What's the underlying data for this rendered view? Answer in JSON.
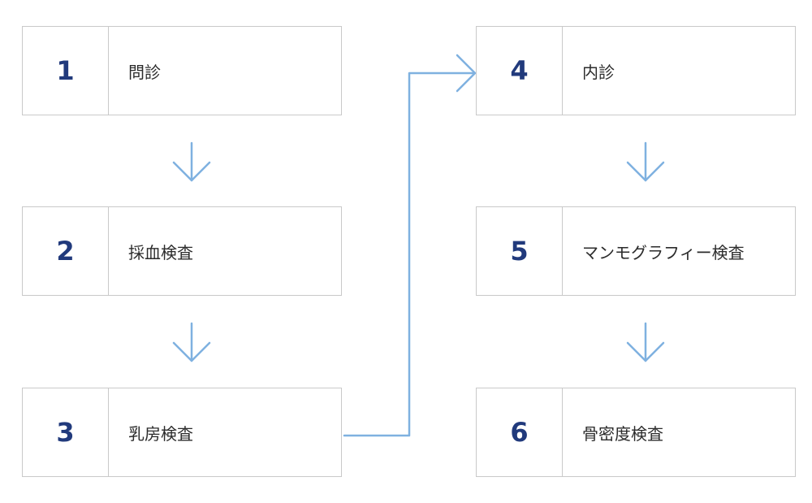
{
  "steps": [
    {
      "number": "1",
      "label": "問診"
    },
    {
      "number": "2",
      "label": "採血検査"
    },
    {
      "number": "3",
      "label": "乳房検査"
    },
    {
      "number": "4",
      "label": "内診"
    },
    {
      "number": "5",
      "label": "マンモグラフィー検査"
    },
    {
      "number": "6",
      "label": "骨密度検査"
    }
  ],
  "colors": {
    "number": "#213a7c",
    "arrow": "#7fb1e0",
    "border": "#c9c9c9"
  }
}
